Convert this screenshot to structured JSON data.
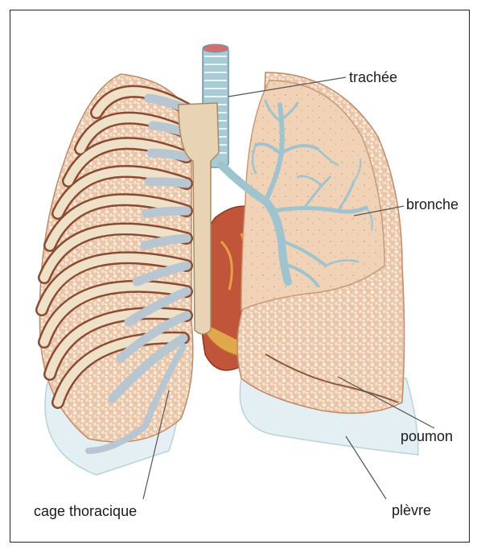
{
  "labels": {
    "trachee": "trachée",
    "bronche": "bronche",
    "poumon": "poumon",
    "plevre": "plèvre",
    "cage": "cage thoracique"
  },
  "colors": {
    "lung_tissue": "#e6bfa0",
    "lung_cut": "#f2d6bd",
    "airway": "#a9cbd6",
    "rib_bone": "#efe0c8",
    "rib_edge": "#8a4b32",
    "cartilage": "#b8c6d2",
    "heart": "#c0553a",
    "pleura": "#d8e8ee"
  }
}
